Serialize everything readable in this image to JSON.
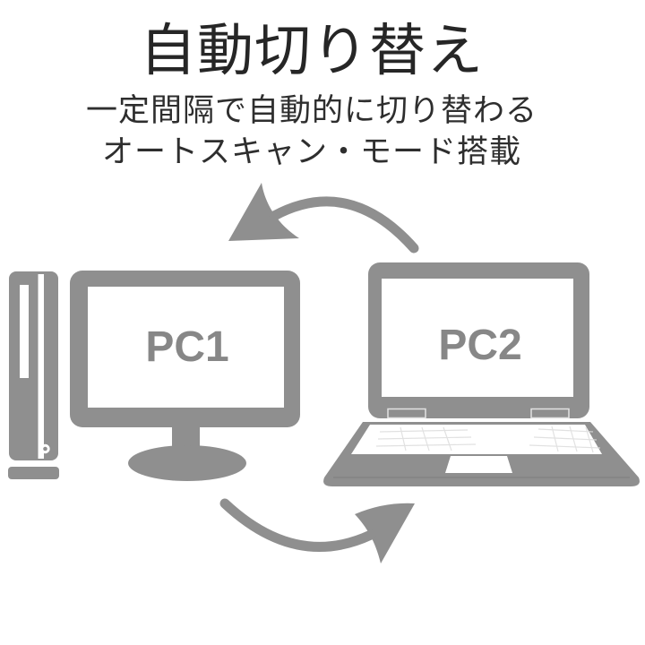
{
  "header": {
    "title": "自動切り替え",
    "subtitle_line1": "一定間隔で自動的に切り替わる",
    "subtitle_line2": "オートスキャン・モード搭載"
  },
  "diagram": {
    "pc1_label": "PC1",
    "pc2_label": "PC2",
    "icons": [
      "desktop-tower-icon",
      "monitor-icon",
      "laptop-icon",
      "curved-arrow-to-left-icon",
      "curved-arrow-to-right-icon"
    ]
  },
  "colors": {
    "device_gray": "#8F8F8F",
    "label_gray": "#878787",
    "screen_white": "#FFFFFF",
    "title_text": "#262626",
    "subtitle_text": "#2E2E2E",
    "keyboard_line": "#DCDCDC",
    "groove_gray": "#7D7D7D"
  }
}
